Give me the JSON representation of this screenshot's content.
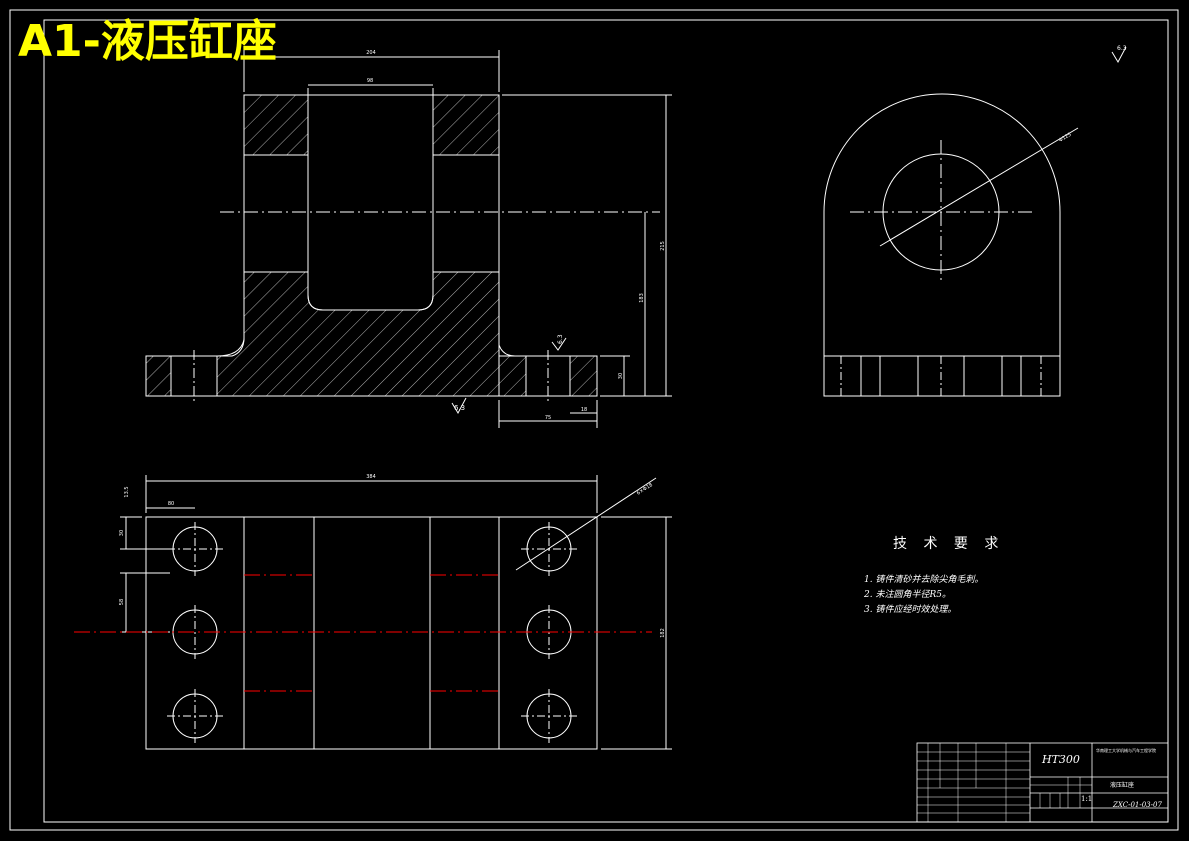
{
  "title": "A1-液压缸座",
  "tech_requirements": {
    "heading": "技 术 要 求",
    "items": [
      "1. 铸件清砂并去除尖角毛刺。",
      "2. 未注圆角半径R5。",
      "3. 铸件应经时效处理。"
    ]
  },
  "title_block": {
    "material": "HT300",
    "school": "华南理工大学机械与汽车工程学院",
    "part_name": "液压缸座",
    "scale": "1:1",
    "drawing_no": "ZXC-01-03-07"
  },
  "surface_finish": {
    "roughness": "6.3"
  },
  "dimensions": {
    "top_width": "204",
    "bore_width": "98",
    "height_total": "215",
    "center_height": "183",
    "base_thickness": "30",
    "foot_offset": "75",
    "foot_hole": "18",
    "plan_length": "384",
    "plan_width": "182",
    "plan_offset": "80",
    "hole_spacing": "58",
    "hole_row": "30",
    "hole_dia": "6×Φ18",
    "arc_dia": "Φ125",
    "edge": "13.5"
  },
  "colors": {
    "line": "#ffffff",
    "centerline": "#ff0000",
    "title": "#ffff00",
    "background": "#000000"
  }
}
